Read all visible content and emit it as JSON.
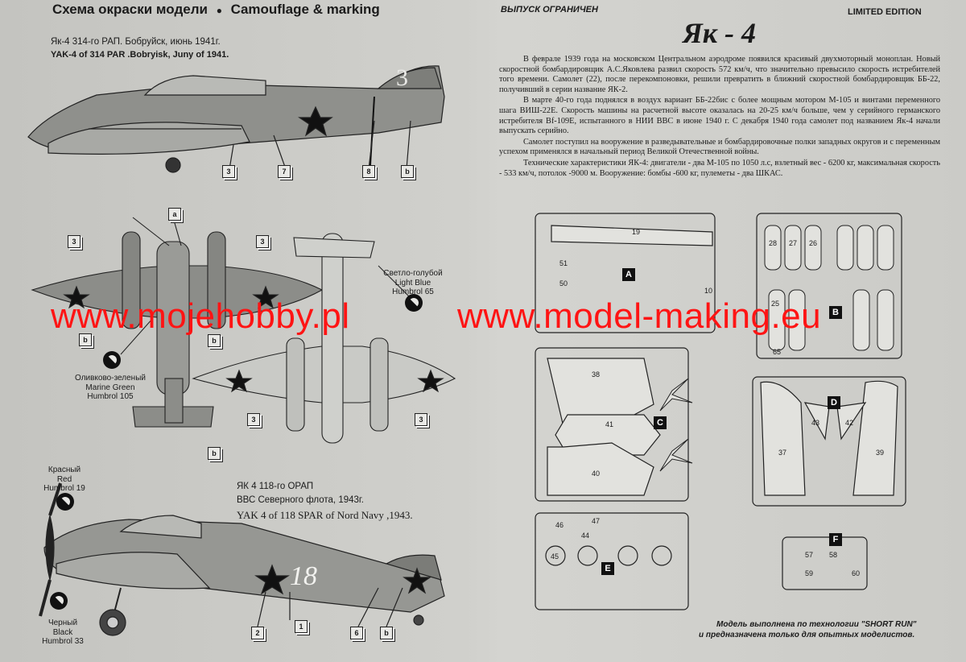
{
  "left_header": {
    "title_ru": "Схема окраски модели",
    "bullet": "●",
    "title_en": "Camouflage & marking"
  },
  "right_header": {
    "limited_ru": "ВЫПУСК ОГРАНИЧЕН",
    "limited_en": "LIMITED EDITION",
    "model_title": "Як - 4"
  },
  "aircraft1": {
    "caption_ru": "Як-4 314-го РАП. Бобруйск, июнь 1941г.",
    "caption_en": "YAK-4  of 314 PAR .Bobryisk, Juny of 1941.",
    "number": "3"
  },
  "aircraft2": {
    "caption_ru1": "ЯК 4 118-го ОРАП",
    "caption_ru2": "ВВС Северного флота, 1943г.",
    "caption_en": "YAK 4 of 118 SPAR  of Nord Navy ,1943.",
    "number": "18"
  },
  "callouts": [
    "3",
    "7",
    "8",
    "b",
    "a",
    "3",
    "3",
    "b",
    "3",
    "3",
    "b",
    "b",
    "2",
    "1",
    "6",
    "b"
  ],
  "paints": {
    "light_blue": [
      "Светло-голубой",
      "Light Blue",
      "Humbrol 65"
    ],
    "marine_green": [
      "Оливково-зеленый",
      "Marine Green",
      "Humbrol 105"
    ],
    "red": [
      "Красный",
      "Red",
      "Humbrol 19"
    ],
    "black": [
      "Черный",
      "Black",
      "Humbrol 33"
    ]
  },
  "history": [
    "В феврале 1939 года на московском Центральном аэродроме появился красивый двухмоторный моноплан. Новый скоростной бомбардировщик  А.С.Яковлева развил скорость 572 км/ч, что значительно превысило скорость истребителей того времени. Самолет (22), после перекомпоновки, решили превратить в ближний скоростной бомбардировщик ББ-22, получивший в серии название ЯК-2.",
    "В марте 40-го года поднялся в воздух вариант ББ-22бис  с более мощным мотором М-105 и винтами переменного шага ВИШ-22Е. Скорость машины на расчетной высоте оказалась на 20-25 км/ч больше, чем у серийного германского истребителя Bf-109E, испытанного в НИИ ВВС в июне 1940 г. С декабря 1940 года самолет под названием Як-4 начали  выпускать серийно.",
    "Самолет поступил на вооружение в разведывательные и бомбардировочные полки западных округов и с переменным успехом применялся в начальный период Великой Отечественной войны.",
    "Технические характеристики ЯК-4: двигатели - два М-105 по 1050 л.с, взлетный вес - 6200 кг, максимальная скорость - 533 км/ч, потолок -9000 м. Вооружение: бомбы -600 кг, пулеметы - два ШКАС."
  ],
  "sprues": {
    "A": "A",
    "B": "B",
    "C": "C",
    "D": "D",
    "E": "E",
    "F": "F",
    "part_numbers": [
      "19",
      "51",
      "50",
      "10",
      "28",
      "27",
      "26",
      "25",
      "65",
      "38",
      "41",
      "40",
      "39",
      "37",
      "43",
      "42",
      "45",
      "44",
      "46",
      "47",
      "57",
      "58",
      "59",
      "60"
    ]
  },
  "watermarks": [
    "www.mojehobby.pl",
    "www.model-making.eu"
  ],
  "footer_note": [
    "Модель выполнена по технологии \"SHORT RUN\"",
    "и предназначена только для опытных моделистов."
  ]
}
